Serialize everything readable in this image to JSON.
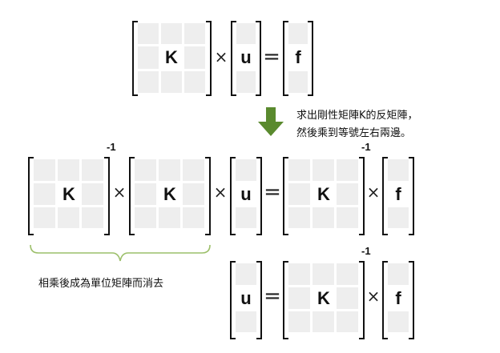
{
  "equation1": {
    "matrix": "K",
    "times": "×",
    "vector_u": "u",
    "equals": "=",
    "vector_f": "f"
  },
  "arrow_note": {
    "line1": "求出剛性矩陣K的反矩陣，",
    "line2": "然後乘到等號左右兩邊。"
  },
  "equation2": {
    "lhs_inverse_matrix": "K",
    "lhs_inverse_exponent": "-1",
    "times1": "×",
    "lhs_matrix": "K",
    "times2": "×",
    "vector_u": "u",
    "equals": "=",
    "rhs_inverse_matrix": "K",
    "rhs_inverse_exponent": "-1",
    "times3": "×",
    "vector_f": "f"
  },
  "brace_note": "相乘後成為單位矩陣而消去",
  "equation3": {
    "vector_u": "u",
    "equals": "=",
    "inverse_matrix": "K",
    "inverse_exponent": "-1",
    "times": "×",
    "vector_f": "f"
  },
  "colors": {
    "arrow": "#5a8a2e",
    "brace": "#9cbf6a",
    "cell": "#eeeeee",
    "bracket": "#111111"
  }
}
